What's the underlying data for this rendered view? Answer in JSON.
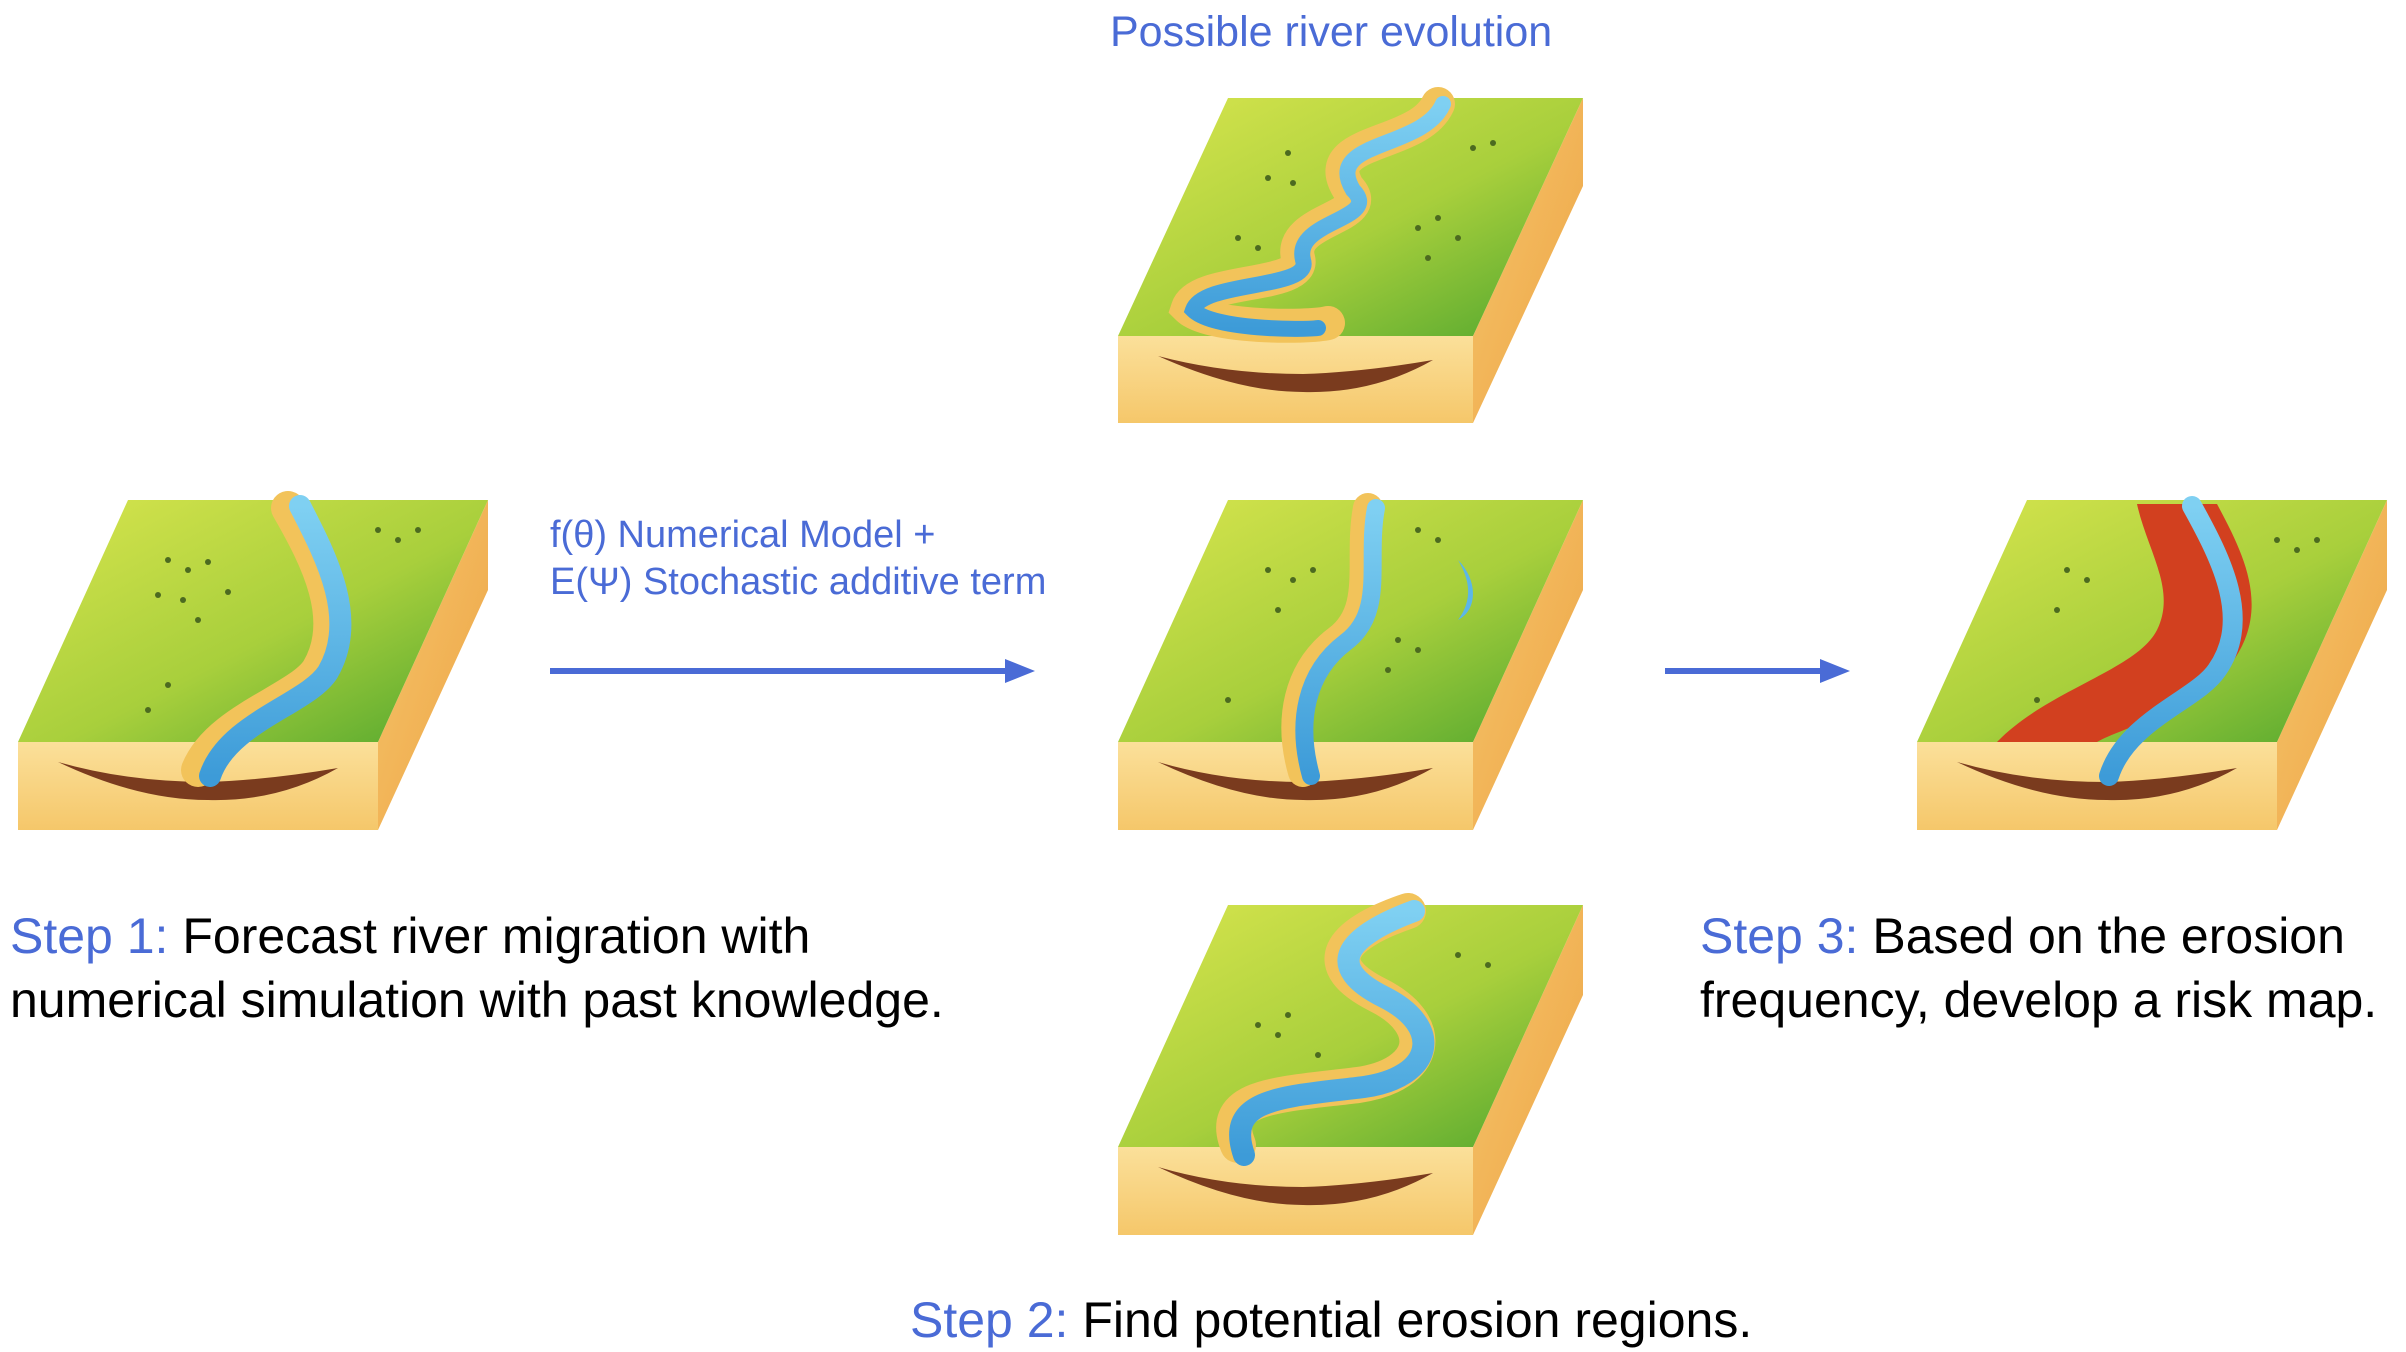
{
  "title": "Possible river evolution",
  "model_label": {
    "line1": "f(θ) Numerical Model +",
    "line2": "E(Ψ) Stochastic additive term"
  },
  "steps": [
    {
      "prefix": "Step 1:",
      "line1": "Forecast river migration with",
      "line2": "numerical simulation with past knowledge."
    },
    {
      "prefix": "Step 2:",
      "line1": "Find potential erosion regions."
    },
    {
      "prefix": "Step 3:",
      "line1": "Based on the erosion",
      "line2": "frequency, develop a risk map."
    }
  ],
  "colors": {
    "accent_text": "#4a6bd6",
    "arrow": "#4a6bd6",
    "grass_light": "#c6dc4a",
    "grass_dark": "#5aa832",
    "river": "#5bb6e8",
    "sand": "#f2c35a",
    "soil": "#7a3b1e",
    "risk": "#d2401f"
  },
  "icons": [
    "terrain-block-icon",
    "arrow-right-icon"
  ]
}
